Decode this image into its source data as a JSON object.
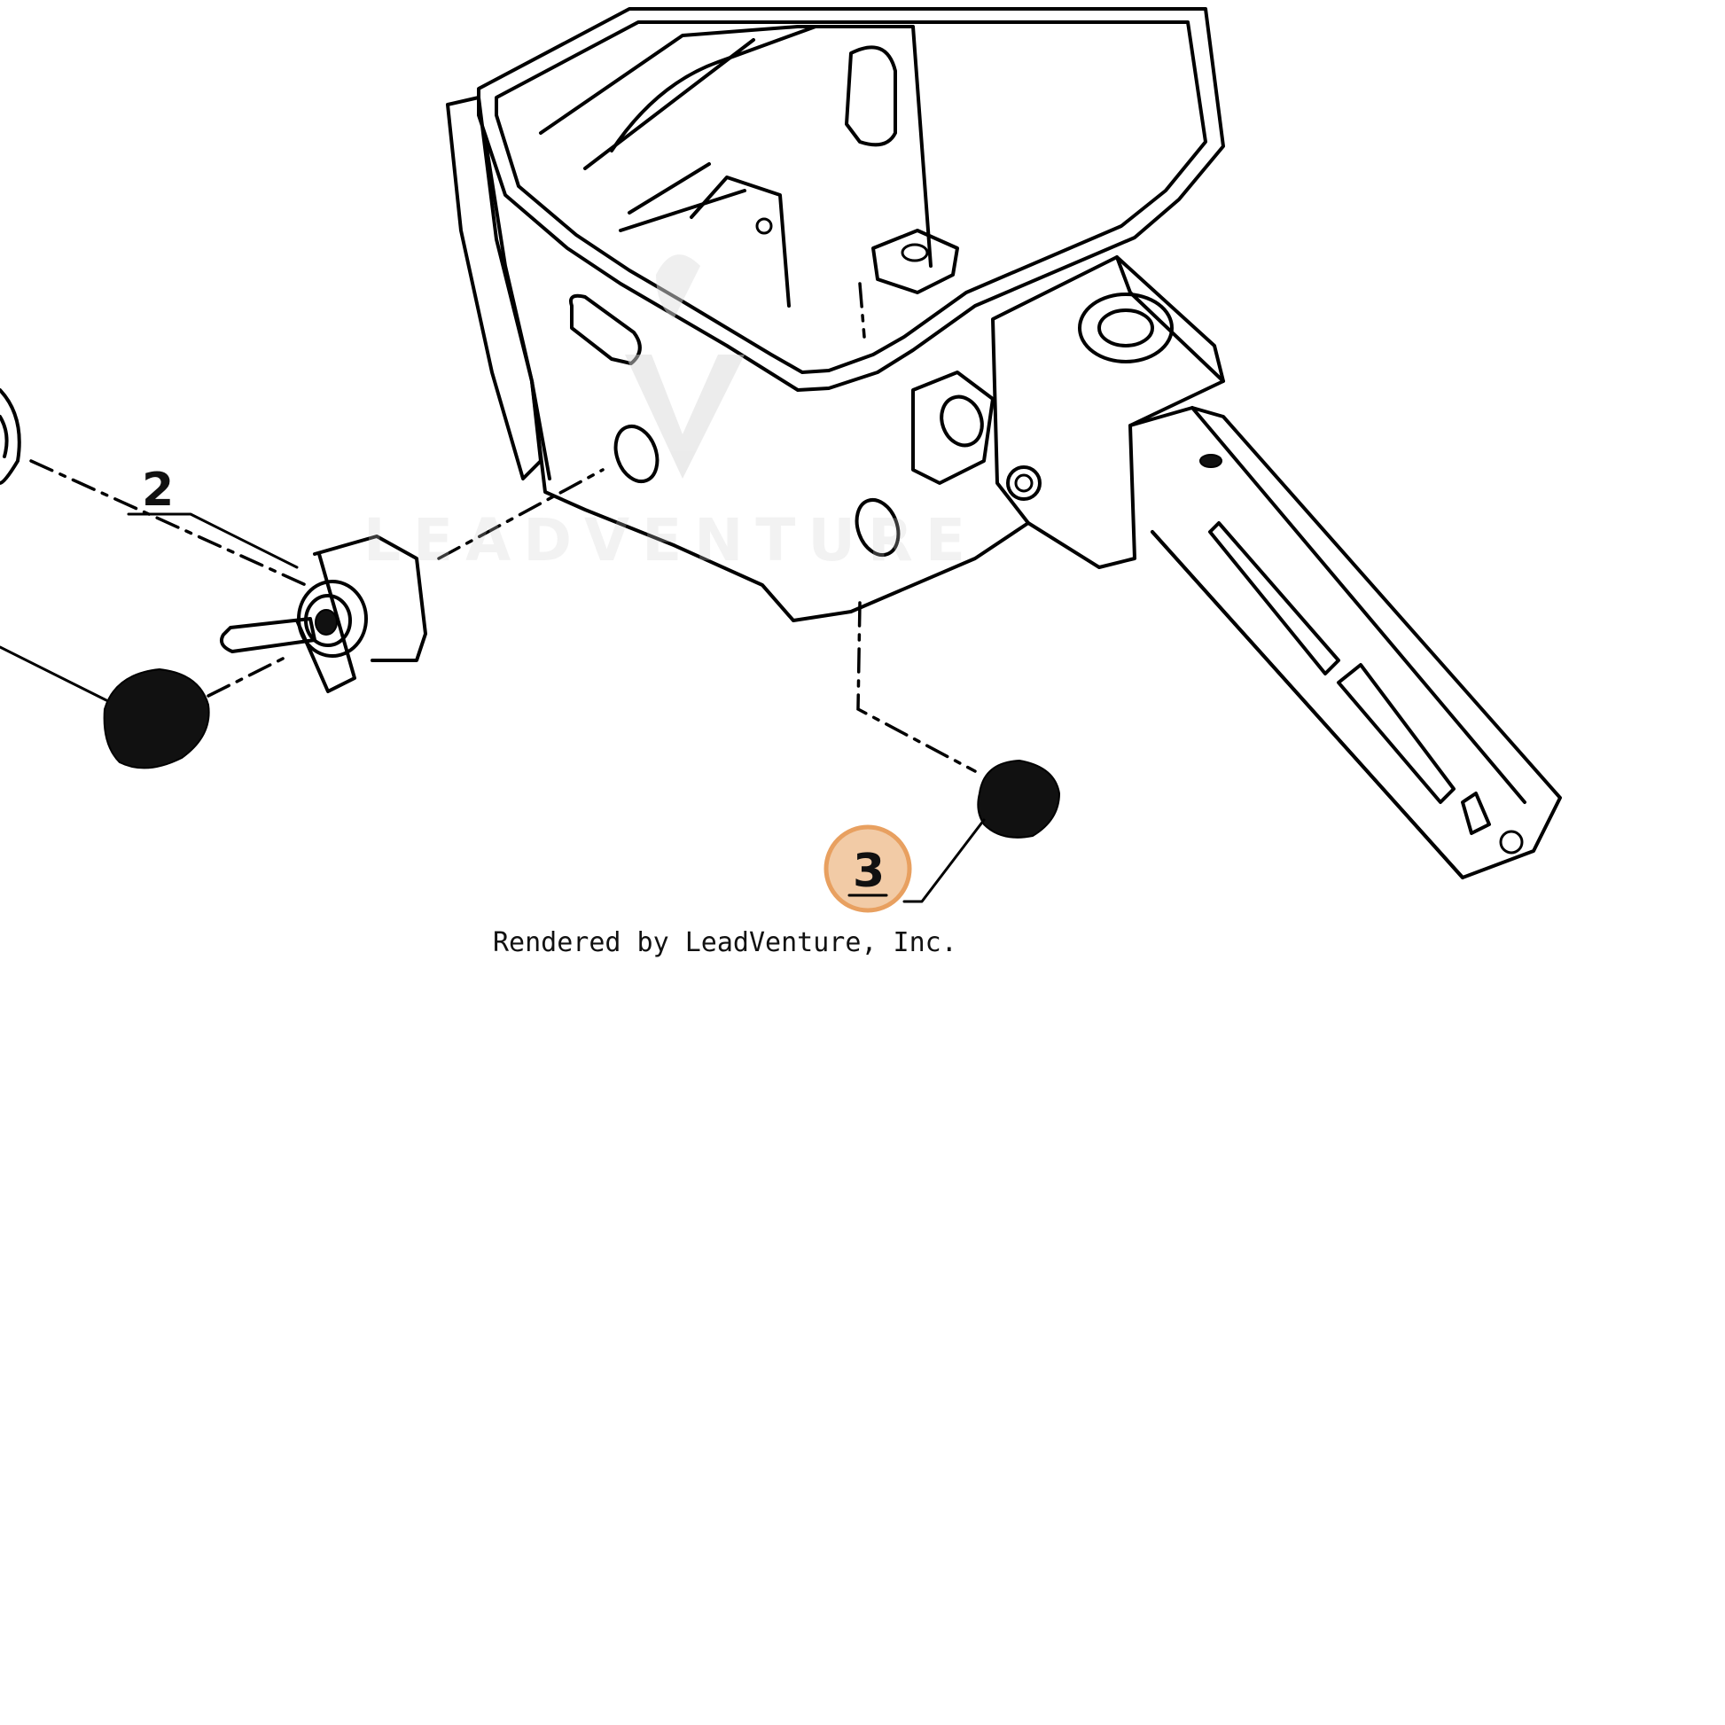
{
  "diagram": {
    "callouts": [
      {
        "label": "2",
        "highlighted": false
      },
      {
        "label": "3",
        "highlighted": true
      }
    ],
    "highlight_color": "#e8a060",
    "highlight_fill": "#f2cba6",
    "watermark": "LEADVENTURE",
    "credit": "Rendered by LeadVenture, Inc."
  }
}
